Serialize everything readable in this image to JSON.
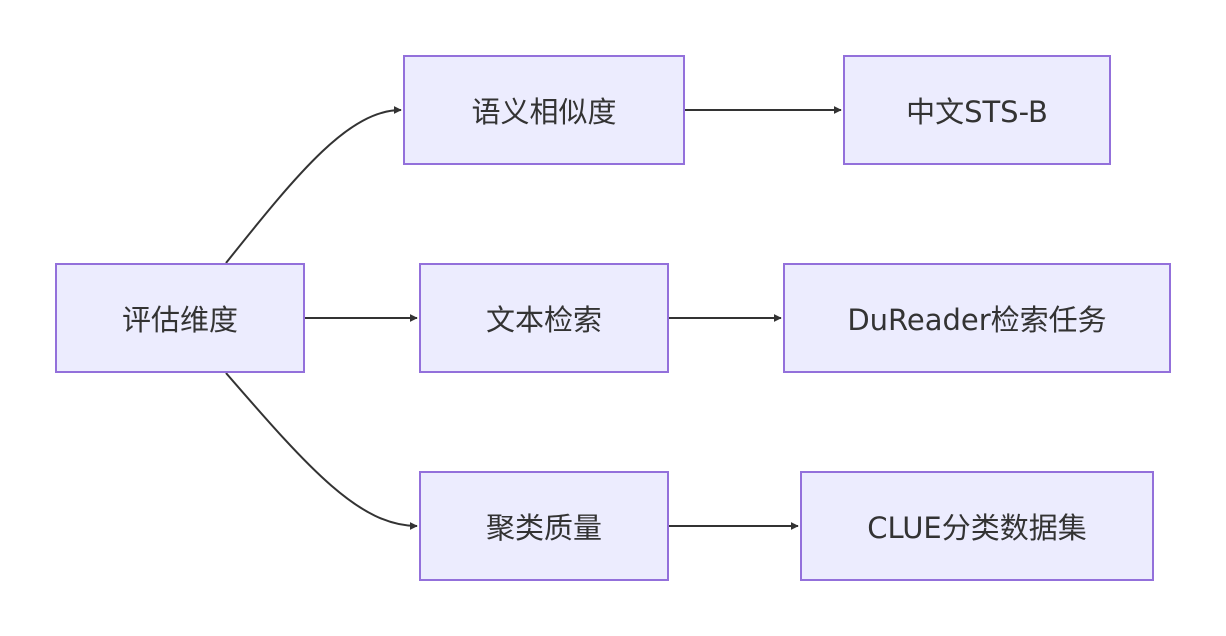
{
  "nodes": {
    "root": "评估维度",
    "semantic": "语义相似度",
    "retrieval": "文本检索",
    "clustering": "聚类质量",
    "sts": "中文STS-B",
    "dureader": "DuReader检索任务",
    "clue": "CLUE分类数据集"
  },
  "edges": [
    {
      "from": "root",
      "to": "semantic"
    },
    {
      "from": "root",
      "to": "retrieval"
    },
    {
      "from": "root",
      "to": "clustering"
    },
    {
      "from": "semantic",
      "to": "sts"
    },
    {
      "from": "retrieval",
      "to": "dureader"
    },
    {
      "from": "clustering",
      "to": "clue"
    }
  ],
  "colors": {
    "node_fill": "#ececfe",
    "node_border": "#9370db",
    "edge": "#333333",
    "text": "#333333"
  }
}
